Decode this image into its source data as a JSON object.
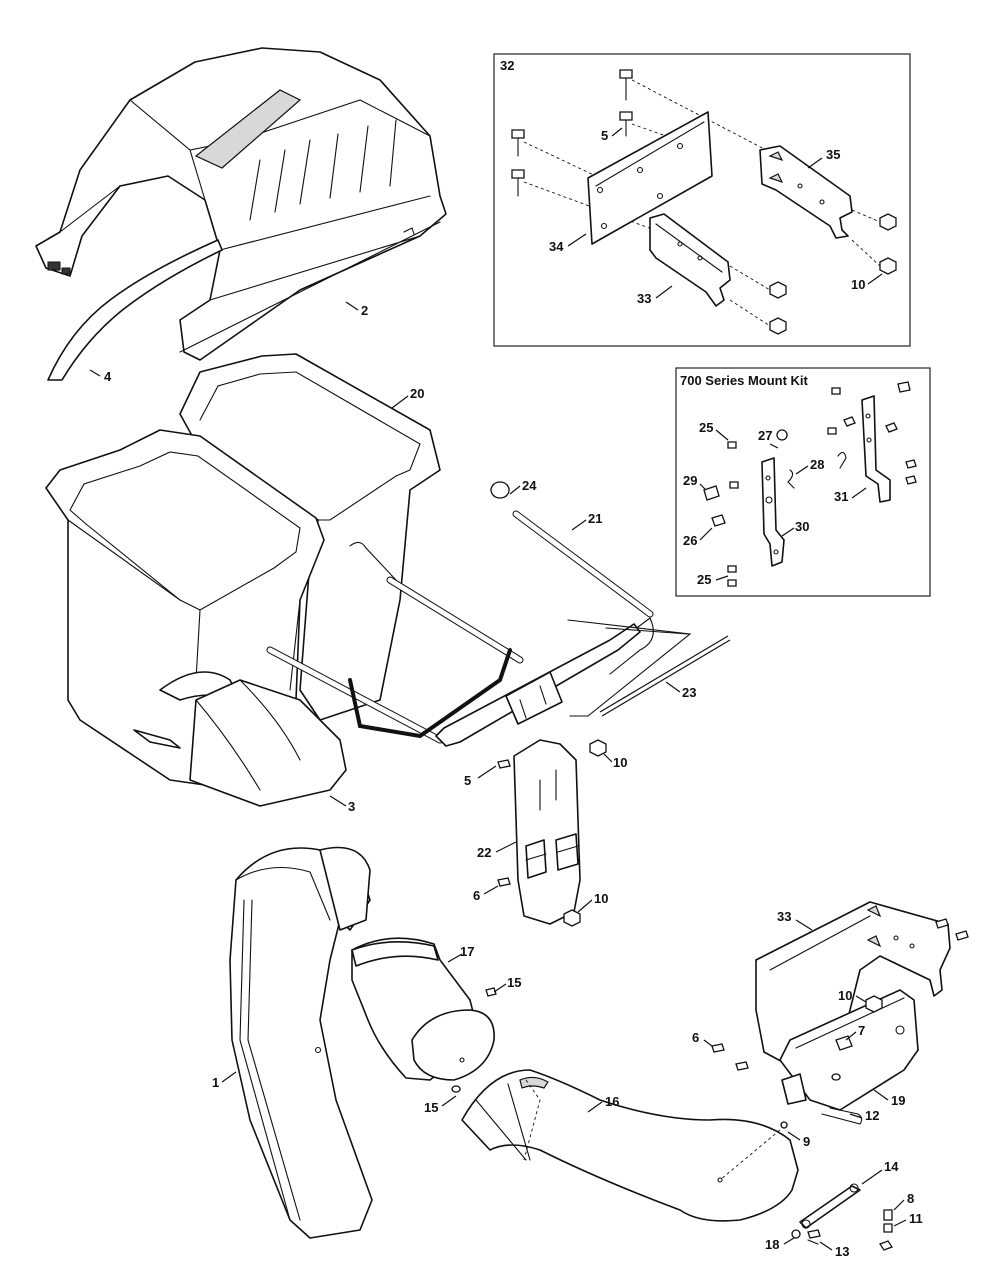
{
  "diagram": {
    "kit_box": {
      "number": "32"
    },
    "mount_kit": {
      "title": "700 Series Mount Kit"
    },
    "labels": {
      "p1": "1",
      "p2": "2",
      "p3": "3",
      "p4": "4",
      "p5a": "5",
      "p5b": "5",
      "p6a": "6",
      "p6b": "6",
      "p7": "7",
      "p8": "8",
      "p9": "9",
      "p10a": "10",
      "p10b": "10",
      "p10c": "10",
      "p10d": "10",
      "p11": "11",
      "p12": "12",
      "p13": "13",
      "p14": "14",
      "p15a": "15",
      "p15b": "15",
      "p16": "16",
      "p17": "17",
      "p18": "18",
      "p19": "19",
      "p20": "20",
      "p21": "21",
      "p22": "22",
      "p23": "23",
      "p24": "24",
      "p25a": "25",
      "p25b": "25",
      "p26": "26",
      "p27": "27",
      "p28": "28",
      "p29": "29",
      "p30": "30",
      "p31": "31",
      "p33a": "33",
      "p33b": "33",
      "p34": "34",
      "p35": "35"
    }
  }
}
